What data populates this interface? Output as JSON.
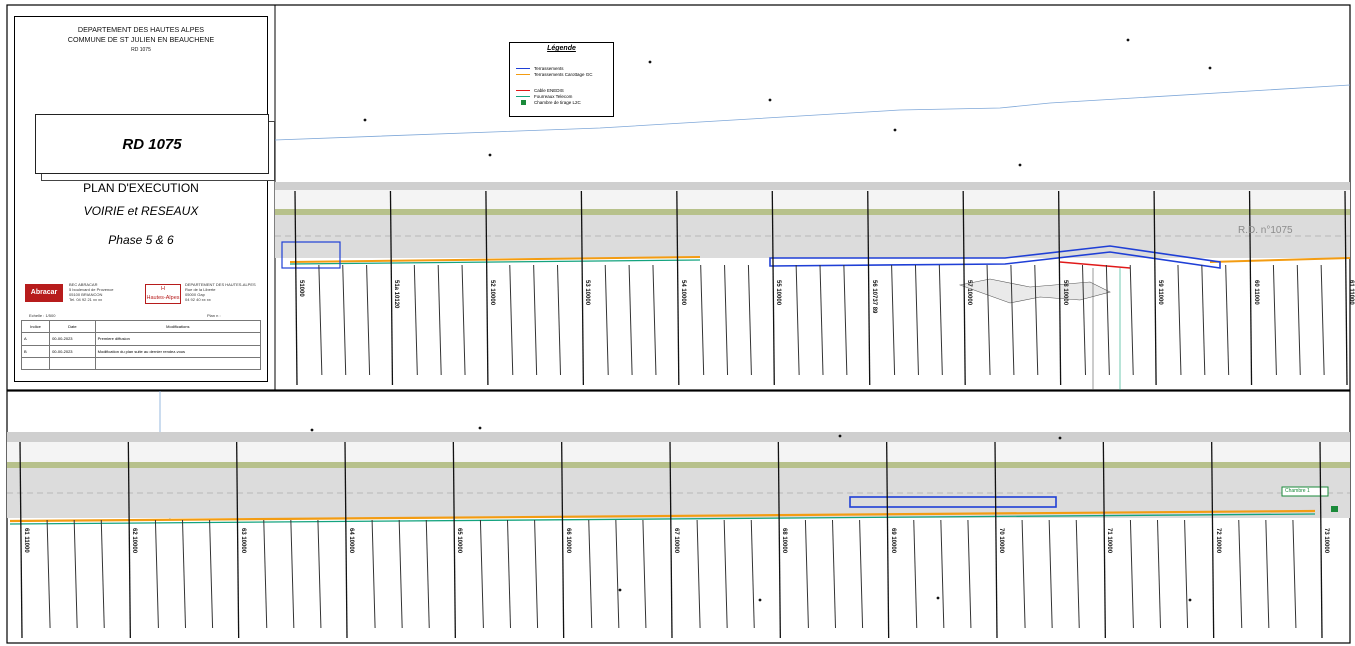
{
  "title_block": {
    "dept": "DEPARTEMENT DES HAUTES ALPES",
    "commune": "COMMUNE DE ST JULIEN EN BEAUCHENE",
    "road_small": "RD 1075",
    "road_big": "RD 1075",
    "plan": "PLAN D'EXECUTION",
    "subject": "VOIRIE et RESEAUX",
    "phase": "Phase 5 & 6",
    "logo_left": "Abracar",
    "logo_right": "Hautes-Alpes",
    "firm_lines": [
      "BEC ABRACAR",
      "5 boulevard de Provence",
      "05100 BRIANCON",
      "Tel. 04 92 21 xx xx"
    ],
    "dept_lines": [
      "DEPARTEMENT DES HAUTES-ALPES",
      "Rue de la Liberte",
      "05000 Gap",
      "04 92 40 xx xx"
    ],
    "scale": "Echelle : 1/500",
    "plan_no": "Plan n :",
    "rev_headers": [
      "Indice",
      "Date",
      "Modifications"
    ],
    "revisions": [
      {
        "idx": "A",
        "date": "00-00-2023",
        "mod": "Premiere diffusion"
      },
      {
        "idx": "B",
        "date": "00-00-2023",
        "mod": "Modification du plan suite au dernier rendez-vous"
      }
    ]
  },
  "legend": {
    "title": "Légende",
    "items": [
      {
        "label": "Terrassements",
        "color": "#1f3fd6"
      },
      {
        "label": "Terrassements Carottage GC",
        "color": "#f39c12"
      },
      {
        "label": "Cable ENEDIS",
        "color": "#e01919"
      },
      {
        "label": "Fourreaux Telecom",
        "color": "#14a37f"
      },
      {
        "label": "Chambre de tirage L2C",
        "color": "#1a8a3a",
        "box": true
      }
    ]
  },
  "road_label": "R.D. n°1075",
  "chamber_label": "Chambre 1",
  "top_pks": [
    "51000",
    "51a 10120",
    "52 10000",
    "53 10000",
    "54 10000",
    "55 10000",
    "56 10737 89",
    "57 10000",
    "58 10000",
    "59 11000",
    "60 11000",
    "61 11000"
  ],
  "bottom_pks": [
    "61 11000",
    "62 10000",
    "63 10000",
    "64 10000",
    "65 10000",
    "66 10000",
    "67 10000",
    "68 10000",
    "69 10000",
    "70 10000",
    "71 10000",
    "72 10000",
    "73 10000"
  ],
  "colors": {
    "road": "#d9d9d9",
    "verge": "#b7c18b",
    "network_blue": "#1f3fd6",
    "network_orange": "#f39c12",
    "network_green": "#14a37f",
    "enedis_red": "#e01919"
  }
}
